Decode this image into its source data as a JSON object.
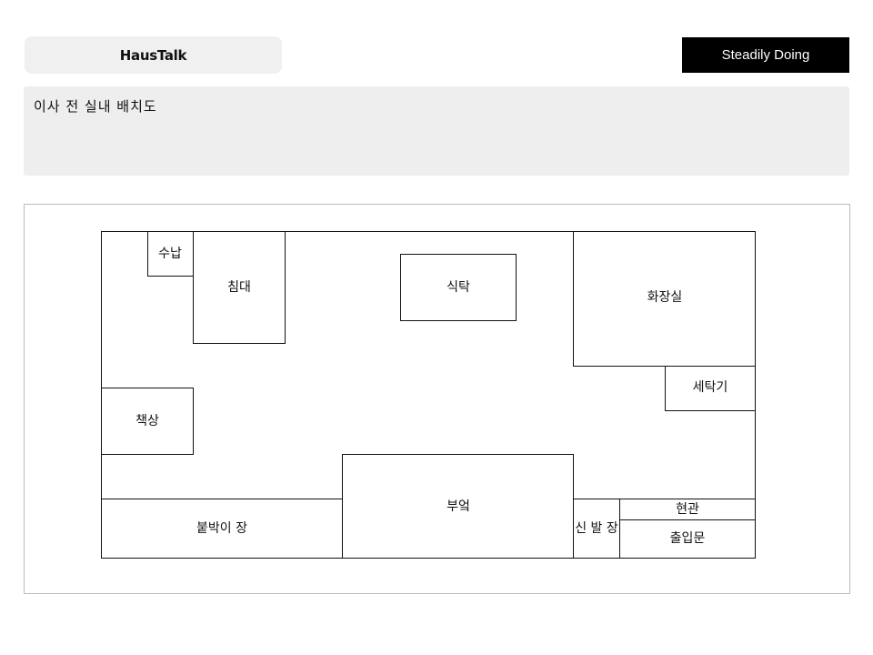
{
  "header": {
    "brand": "HausTalk",
    "status": "Steadily Doing"
  },
  "note": {
    "title": "이사 전 실내 배치도"
  },
  "floor_plan": {
    "rooms": {
      "storage": "수납",
      "bed": "침대",
      "dining_table": "식탁",
      "bathroom": "화장실",
      "washer": "세탁기",
      "desk": "책상",
      "kitchen": "부엌",
      "built_in_closet": "붙박이 장",
      "shoe_cabinet": "신 발 장",
      "entrance": "현관",
      "front_door": "출입문"
    }
  }
}
